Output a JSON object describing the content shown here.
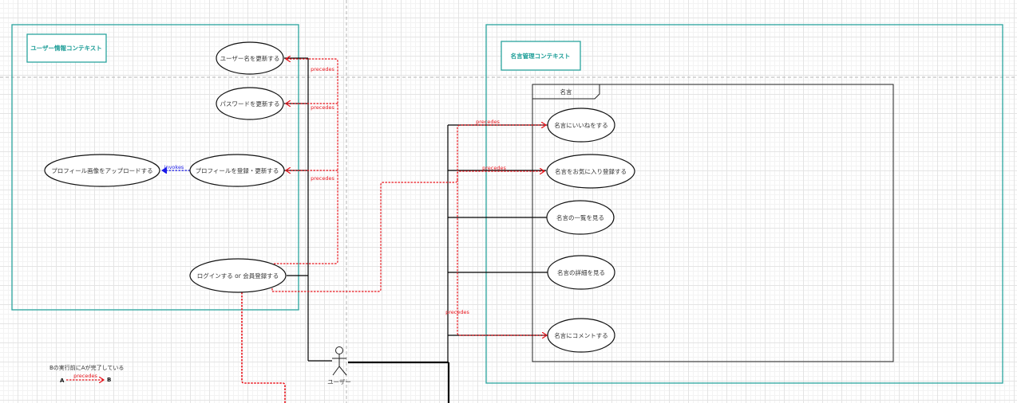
{
  "colors": {
    "context_border": "#2aa39d",
    "context_text": "#1a9c96",
    "precedes": "#e8141c",
    "invokes": "#1a1ae8",
    "association": "#000000"
  },
  "contexts": {
    "user_info": {
      "title": "ユーザー情報コンテキスト"
    },
    "quote_mgmt": {
      "title": "名言管理コンテキスト"
    }
  },
  "package": {
    "title": "名言"
  },
  "actor": {
    "label": "ユーザー"
  },
  "use_cases": {
    "update_username": "ユーザー名を更新する",
    "update_password": "パスワードを更新する",
    "upload_profile_image": "プロフィール画像をアップロードする",
    "register_profile": "プロフィールを登録・更新する",
    "login_or_signup": "ログインする or 会員登録する",
    "like_quote": "名言にいいねをする",
    "favorite_quote": "名言をお気に入り登録する",
    "list_quotes": "名言の一覧を見る",
    "quote_detail": "名言の詳細を見る",
    "comment_quote": "名言にコメントする"
  },
  "edge_labels": {
    "precedes": "precedes",
    "invokes": "invokes"
  },
  "legend": {
    "description": "Bの実行前にAが完了している",
    "from": "A",
    "to": "B",
    "label": "precedes"
  }
}
